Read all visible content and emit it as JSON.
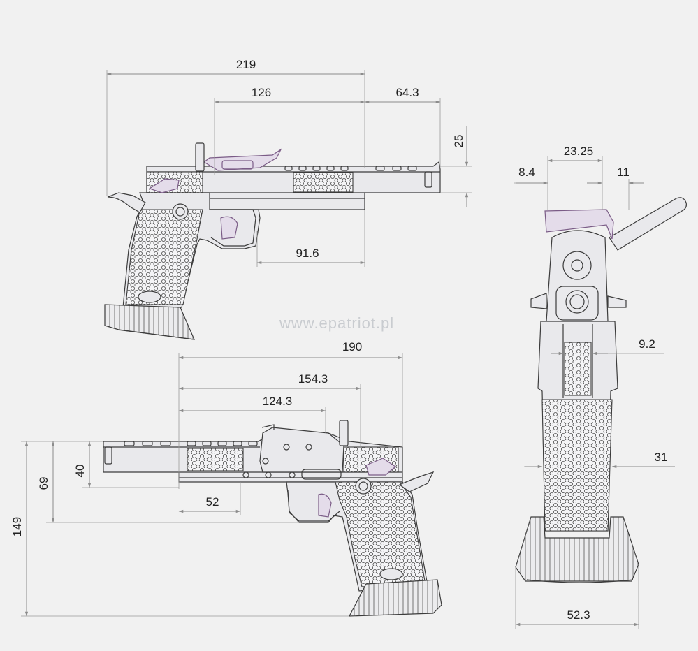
{
  "watermark": "www.epatriot.pl",
  "dimensions": {
    "top_view": {
      "overall_length": "219",
      "slide_section": "126",
      "front_overhang": "64.3",
      "slide_height": "25",
      "trigger_to_muzzle": "91.6"
    },
    "bottom_view": {
      "length": "190",
      "barrel_front": "154.3",
      "slide_front": "124.3",
      "front_lower": "52",
      "bore_to_top": "40",
      "frame_height": "69",
      "overall_height": "149"
    },
    "rear_view": {
      "center_width": "23.25",
      "left_offset": "8.4",
      "right_offset": "11",
      "inner_width": "9.2",
      "grip_width": "31",
      "base_width": "52.3"
    }
  },
  "colors": {
    "background": "#f1f1f1",
    "line": "#3c3c3c",
    "accent": "#7a5b86",
    "dimension_line": "#8c8c8c",
    "watermark": "#c9ccd0"
  },
  "icons": [
    "pistol-side-view",
    "pistol-mirrored-view",
    "pistol-rear-view"
  ]
}
